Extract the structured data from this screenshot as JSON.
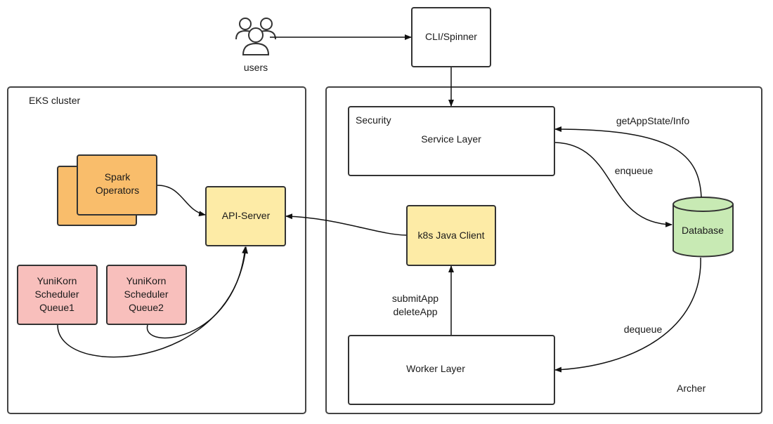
{
  "users": {
    "label": "users"
  },
  "cli": {
    "label": "CLI/Spinner"
  },
  "eks": {
    "title": "EKS cluster"
  },
  "archer": {
    "title": "Archer"
  },
  "spark": {
    "line1": "Spark",
    "line2": "Operators"
  },
  "api_server": {
    "label": "API-Server"
  },
  "queue1": {
    "line1": "YuniKorn",
    "line2": "Scheduler",
    "line3": "Queue1"
  },
  "queue2": {
    "line1": "YuniKorn",
    "line2": "Scheduler",
    "line3": "Queue2"
  },
  "service_layer": {
    "corner_label": "Security",
    "label": "Service Layer"
  },
  "k8s_client": {
    "label": "k8s Java Client"
  },
  "worker_layer": {
    "label": "Worker Layer"
  },
  "database": {
    "label": "Database"
  },
  "edges": {
    "get_state": "getAppState/Info",
    "enqueue": "enqueue",
    "dequeue": "dequeue",
    "submit": "submitApp",
    "delete": "deleteApp"
  },
  "colors": {
    "spark_fill": "#f9bd6b",
    "api_fill": "#fdeba6",
    "queue_fill": "#f8bfbc",
    "db_fill": "#c8eab4",
    "stroke": "#333333"
  }
}
